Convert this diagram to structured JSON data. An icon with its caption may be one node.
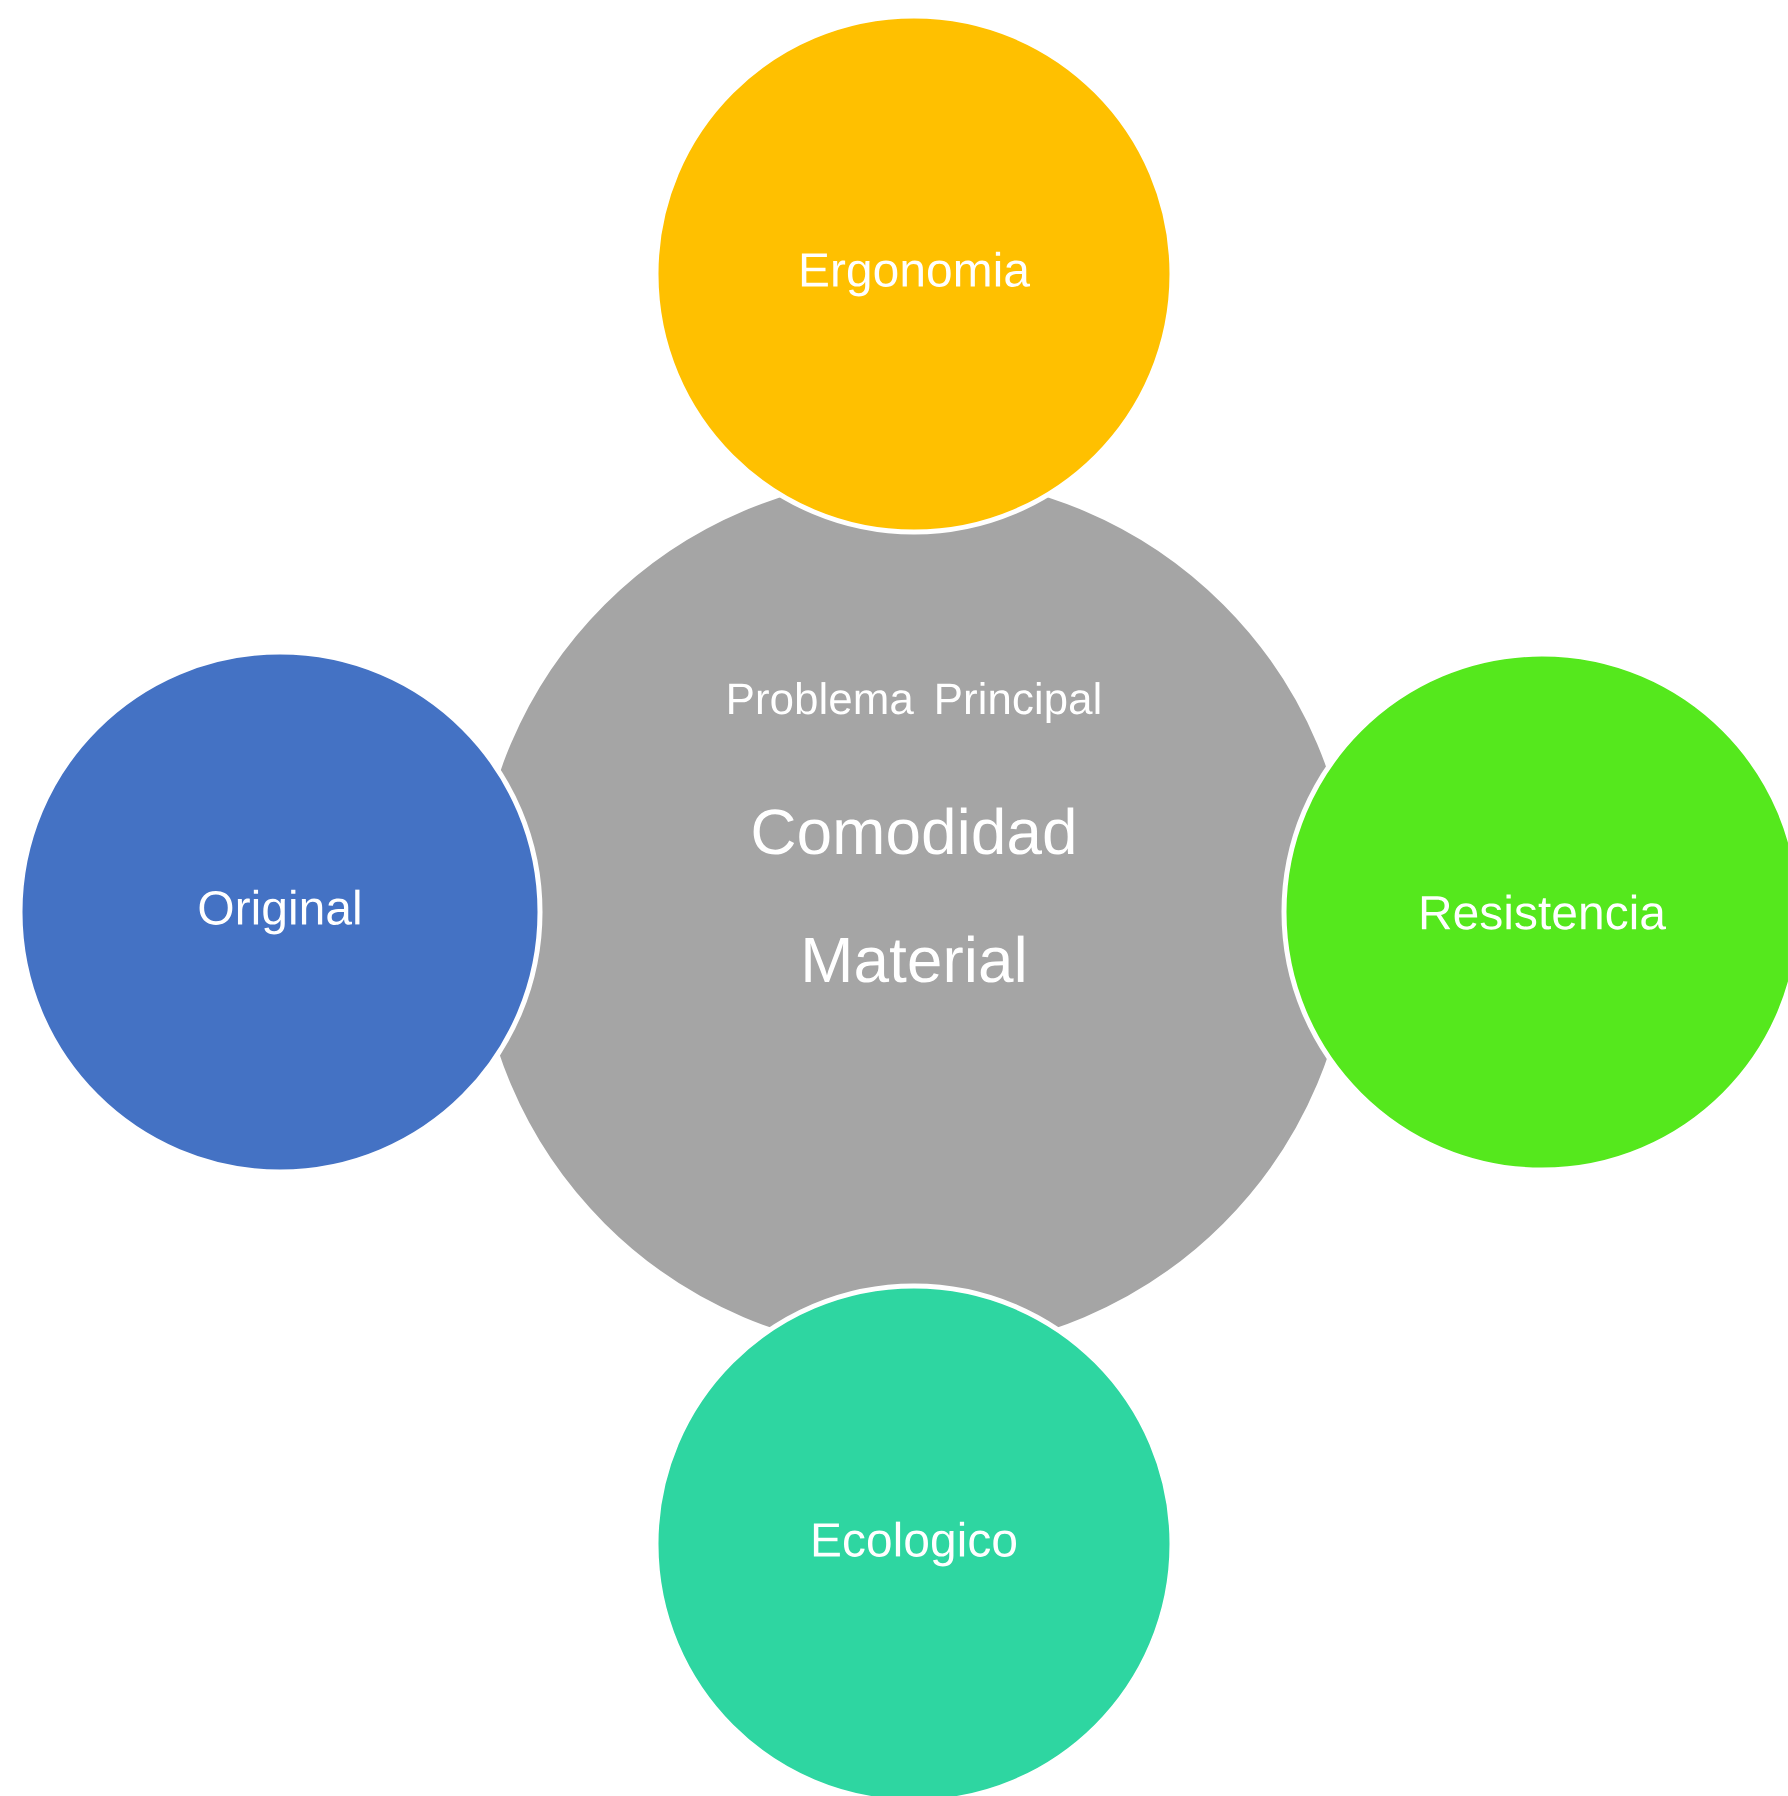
{
  "diagram": {
    "nodes": [
      {
        "text": [
          "Ergonomia"
        ]
      },
      {
        "text": [
          "Original"
        ]
      },
      {
        "text": [
          "Problema Principal",
          "Comodidad Material"
        ]
      },
      {
        "text": [
          "Resistencia"
        ]
      },
      {
        "text": [
          "Ecologico"
        ]
      }
    ]
  }
}
